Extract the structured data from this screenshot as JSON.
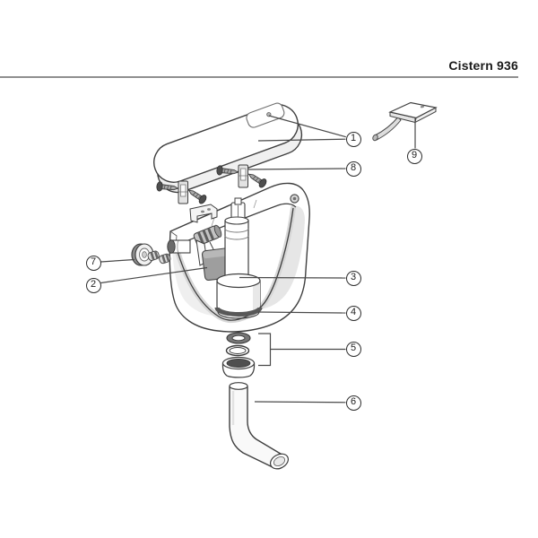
{
  "header": {
    "title": "Cistern 936"
  },
  "diagram": {
    "kind": "exploded-parts-diagram",
    "product": "Cistern 936",
    "callouts": [
      {
        "number": "1",
        "part": "cistern-lid"
      },
      {
        "number": "2",
        "part": "float"
      },
      {
        "number": "3",
        "part": "flush-valve"
      },
      {
        "number": "4",
        "part": "cistern-tank"
      },
      {
        "number": "5",
        "part": "seal-kit"
      },
      {
        "number": "6",
        "part": "flush-pipe"
      },
      {
        "number": "7",
        "part": "inlet-fitting"
      },
      {
        "number": "8",
        "part": "lid-fixing-clips"
      },
      {
        "number": "9",
        "part": "actuator-plate"
      }
    ],
    "colors": {
      "ink": "#3f3f3f",
      "leader": "#4a4a4a",
      "shade": "#e7e7e7",
      "dark_part": "#9b9b9b",
      "seal": "#565656"
    }
  }
}
